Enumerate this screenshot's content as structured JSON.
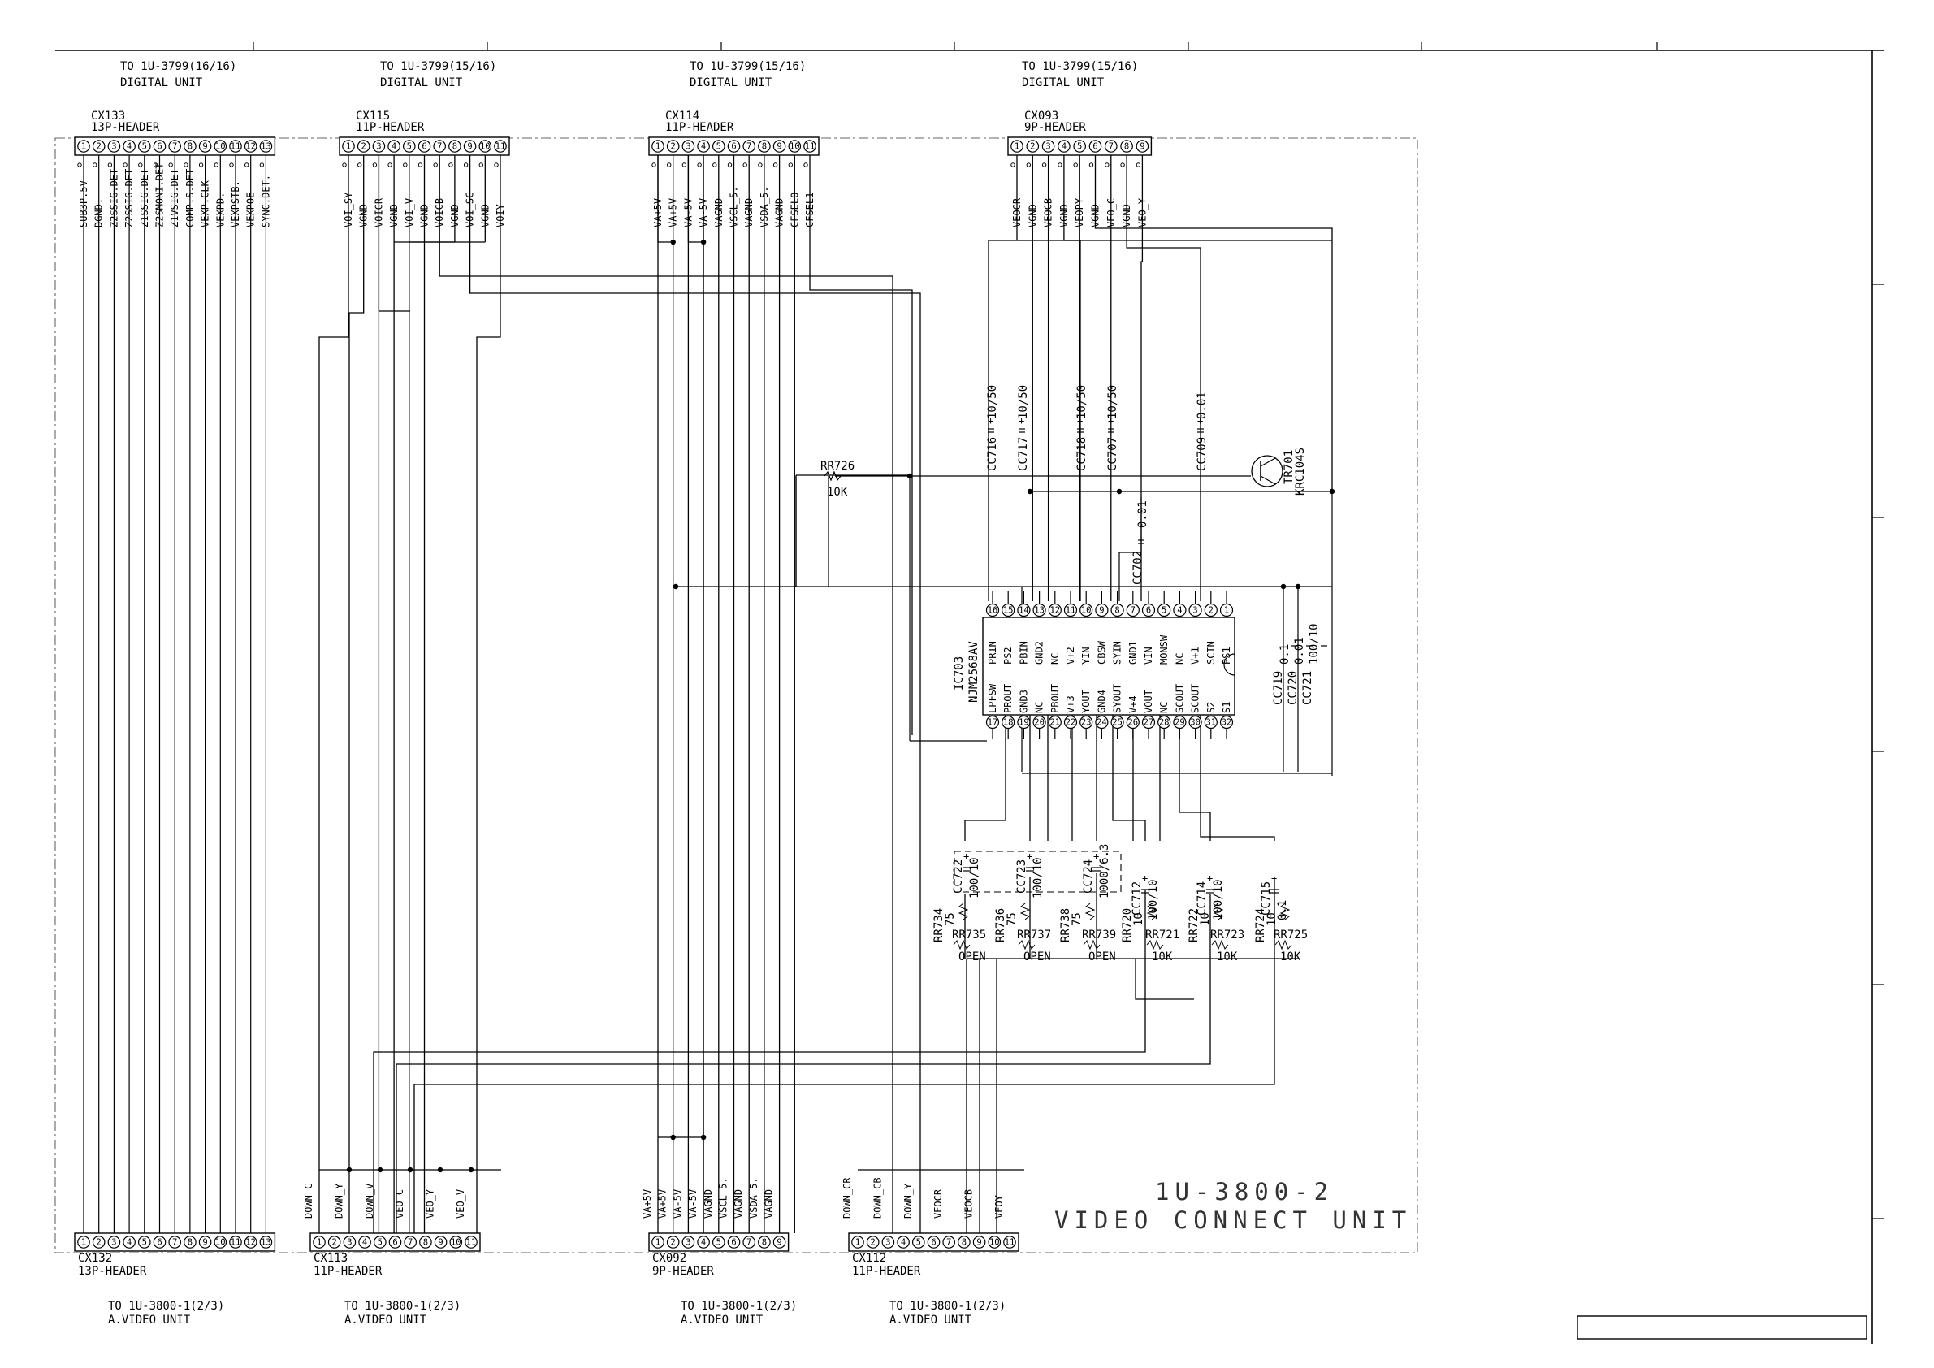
{
  "title": {
    "line1": "1U-3800-2",
    "line2": "VIDEO CONNECT UNIT"
  },
  "top_connectors": [
    {
      "id": "CX133",
      "type": "13P-HEADER",
      "dest": [
        "TO 1U-3799(16/16)",
        "DIGITAL UNIT"
      ],
      "signals": [
        "SUB3P.5V",
        "DGND.",
        "Z2SSIG.DET",
        "Z2SSIG.DET",
        "Z1SSIG.DET",
        "Z2SMONI.DET",
        "Z1VSIG.DET",
        "COMP.S.DET",
        "VEXP.CLK",
        "VEXPD.",
        "VEXPSTB.",
        "VEXPOE",
        "SYNC.DET."
      ]
    },
    {
      "id": "CX115",
      "type": "11P-HEADER",
      "dest": [
        "TO 1U-3799(15/16)",
        "DIGITAL UNIT"
      ],
      "signals": [
        "VOI_SY",
        "VGND",
        "VOICR",
        "VGND",
        "VOI_V",
        "VGND",
        "VOICB",
        "VGND",
        "VOI_SC",
        "VGND",
        "VOIY"
      ]
    },
    {
      "id": "CX114",
      "type": "11P-HEADER",
      "dest": [
        "TO 1U-3799(15/16)",
        "DIGITAL UNIT"
      ],
      "signals": [
        "VA+5V",
        "VA+5V",
        "VA-5V",
        "VA-5V",
        "VAGND",
        "VSCL_5.",
        "VAGND",
        "VSDA_5.",
        "VAGND",
        "CFSEL0",
        "CFSEL1"
      ]
    },
    {
      "id": "CX093",
      "type": "9P-HEADER",
      "dest": [
        "TO 1U-3799(15/16)",
        "DIGITAL UNIT"
      ],
      "signals": [
        "VEOCR",
        "VGND",
        "VEOCB",
        "VGND",
        "VEOPY",
        "VGND",
        "VEO_C",
        "VGND",
        "VEO_Y"
      ]
    }
  ],
  "bottom_connectors": [
    {
      "id": "CX132",
      "type": "13P-HEADER",
      "dest": [
        "TO 1U-3800-1(2/3)",
        "A.VIDEO UNIT"
      ],
      "signals": []
    },
    {
      "id": "CX113",
      "type": "11P-HEADER",
      "dest": [
        "TO 1U-3800-1(2/3)",
        "A.VIDEO UNIT"
      ],
      "signals": [
        "DOWN_C",
        "",
        "DOWN_Y",
        "",
        "DOWN_V",
        "",
        "VEO_C",
        "",
        "VEO_Y",
        "",
        "VEO_V"
      ]
    },
    {
      "id": "CX092",
      "type": "9P-HEADER",
      "dest": [
        "TO 1U-3800-1(2/3)",
        "A.VIDEO UNIT"
      ],
      "signals": [
        "VA+5V",
        "VA+5V",
        "VA-5V",
        "VA-5V",
        "VAGND",
        "VSCL_5.",
        "VAGND",
        "VSDA_5.",
        "VAGND"
      ]
    },
    {
      "id": "CX112",
      "type": "11P-HEADER",
      "dest": [
        "TO 1U-3800-1(2/3)",
        "A.VIDEO UNIT"
      ],
      "signals": [
        "DOWN_CR",
        "",
        "DOWN_CB",
        "",
        "DOWN_Y",
        "",
        "VEOCR",
        "",
        "VEOCB",
        "",
        "VEOY"
      ]
    }
  ],
  "ic": {
    "ref": "IC703",
    "part": "NJM2568AV",
    "top_pins": [
      {
        "n": "16",
        "name": "PRIN"
      },
      {
        "n": "15",
        "name": "PS2"
      },
      {
        "n": "14",
        "name": "PBIN"
      },
      {
        "n": "13",
        "name": "GND2"
      },
      {
        "n": "12",
        "name": "NC"
      },
      {
        "n": "11",
        "name": "V+2"
      },
      {
        "n": "10",
        "name": "YIN"
      },
      {
        "n": "9",
        "name": "CBSW"
      },
      {
        "n": "8",
        "name": "SYIN"
      },
      {
        "n": "7",
        "name": "GND1"
      },
      {
        "n": "6",
        "name": "VIN"
      },
      {
        "n": "5",
        "name": "MONSW"
      },
      {
        "n": "4",
        "name": "NC"
      },
      {
        "n": "3",
        "name": "V+1"
      },
      {
        "n": "2",
        "name": "SCIN"
      },
      {
        "n": "1",
        "name": "PS1"
      }
    ],
    "bottom_pins": [
      {
        "n": "17",
        "name": "LPFSW"
      },
      {
        "n": "18",
        "name": "PROUT"
      },
      {
        "n": "19",
        "name": "GND3"
      },
      {
        "n": "20",
        "name": "NC"
      },
      {
        "n": "21",
        "name": "PBOUT"
      },
      {
        "n": "22",
        "name": "V+3"
      },
      {
        "n": "23",
        "name": "YOUT"
      },
      {
        "n": "24",
        "name": "GND4"
      },
      {
        "n": "25",
        "name": "SYOUT"
      },
      {
        "n": "26",
        "name": "V+4"
      },
      {
        "n": "27",
        "name": "VOUT"
      },
      {
        "n": "28",
        "name": "NC"
      },
      {
        "n": "29",
        "name": "SCOUT"
      },
      {
        "n": "30",
        "name": "SCOUT"
      },
      {
        "n": "31",
        "name": "S2"
      },
      {
        "n": "32",
        "name": "S1"
      }
    ]
  },
  "caps_upper": [
    {
      "ref": "CC716",
      "val": "10/50"
    },
    {
      "ref": "CC717",
      "val": "10/50"
    },
    {
      "ref": "CC718",
      "val": "10/50"
    },
    {
      "ref": "CC707",
      "val": "10/50"
    },
    {
      "ref": "CC709",
      "val": "0.01"
    }
  ],
  "cap_702": {
    "ref": "CC702",
    "val": "0.01"
  },
  "caps_right": [
    {
      "ref": "CC719",
      "val": "0.1"
    },
    {
      "ref": "CC720",
      "val": "0.01"
    },
    {
      "ref": "CC721",
      "val": "100/10"
    }
  ],
  "transistor": {
    "ref": "TR701",
    "part": "KRC104S"
  },
  "resistor_726": {
    "ref": "RR726",
    "val": "10K"
  },
  "caps_lower": [
    {
      "ref": "CC722",
      "val": "100/10"
    },
    {
      "ref": "CC723",
      "val": "100/10"
    },
    {
      "ref": "CC724",
      "val": "1000/6.3"
    },
    {
      "ref": "CC712",
      "val": "100/10"
    },
    {
      "ref": "CC714",
      "val": "100/10"
    },
    {
      "ref": "CC715",
      "val": "0.1"
    }
  ],
  "res_lower_vertical": [
    {
      "ref": "RR734",
      "val": "75"
    },
    {
      "ref": "RR736",
      "val": "75"
    },
    {
      "ref": "RR738",
      "val": "75"
    },
    {
      "ref": "RR720",
      "val": "10"
    },
    {
      "ref": "RR722",
      "val": "10"
    },
    {
      "ref": "RR724",
      "val": "10"
    }
  ],
  "res_lower_horizontal": [
    {
      "ref": "RR735",
      "val": "OPEN"
    },
    {
      "ref": "RR737",
      "val": "OPEN"
    },
    {
      "ref": "RR739",
      "val": "OPEN"
    },
    {
      "ref": "RR721",
      "val": "10K"
    },
    {
      "ref": "RR723",
      "val": "10K"
    },
    {
      "ref": "RR725",
      "val": "10K"
    }
  ]
}
